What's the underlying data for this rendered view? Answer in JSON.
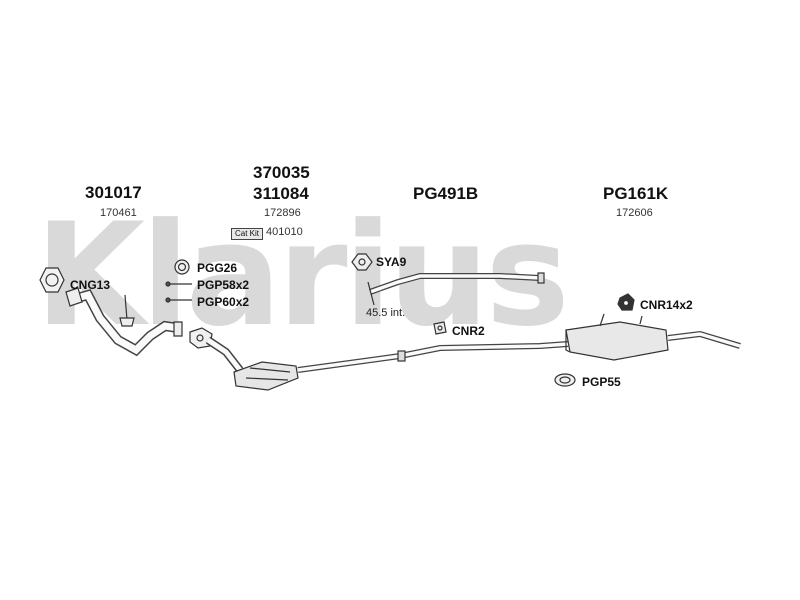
{
  "watermark": "Klarius",
  "groups": [
    {
      "numbers": [
        "301017"
      ],
      "sub": "170461"
    },
    {
      "numbers": [
        "370035",
        "311084"
      ],
      "sub": "172896"
    },
    {
      "numbers": [
        "PG491B"
      ],
      "sub": ""
    },
    {
      "numbers": [
        "PG161K"
      ],
      "sub": "172606"
    }
  ],
  "cat_kit": {
    "label": "Cat Kit",
    "code": "401010"
  },
  "parts": {
    "cng13": "CNG13",
    "pgg26": "PGG26",
    "pgp58": "PGP58x2",
    "pgp60": "PGP60x2",
    "sya9": "SYA9",
    "cnr2": "CNR2",
    "cnr14": "CNR14x2",
    "pgp55": "PGP55"
  },
  "note_length": "45.5 int."
}
